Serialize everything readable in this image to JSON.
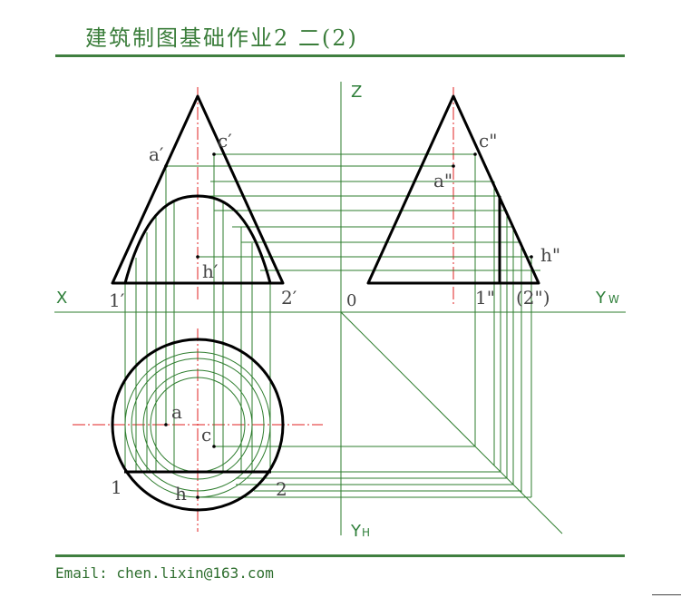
{
  "header": {
    "title": "建筑制图基础作业2 二(2)"
  },
  "footer": {
    "email": "Email: chen.lixin@163.com"
  },
  "axes": {
    "x": "X",
    "z": "Z",
    "yw": "Y",
    "yw_sub": "W",
    "yh": "Y",
    "yh_sub": "H",
    "origin": "0"
  },
  "front_view": {
    "a": "a′",
    "c": "c′",
    "h": "h′",
    "p1": "1′",
    "p2": "2′"
  },
  "side_view": {
    "a": "a\"",
    "c": "c\"",
    "h": "h\"",
    "p1": "1\"",
    "p2": "(2\")"
  },
  "top_view": {
    "a": "a",
    "c": "c",
    "h": "h",
    "p1": "1",
    "p2": "2"
  },
  "colors": {
    "title": "#3a7d3a",
    "rule": "#3f7f3f",
    "construction": "#2e7d2e",
    "centerline": "#e02020",
    "outline": "#000000",
    "label": "#444444"
  }
}
